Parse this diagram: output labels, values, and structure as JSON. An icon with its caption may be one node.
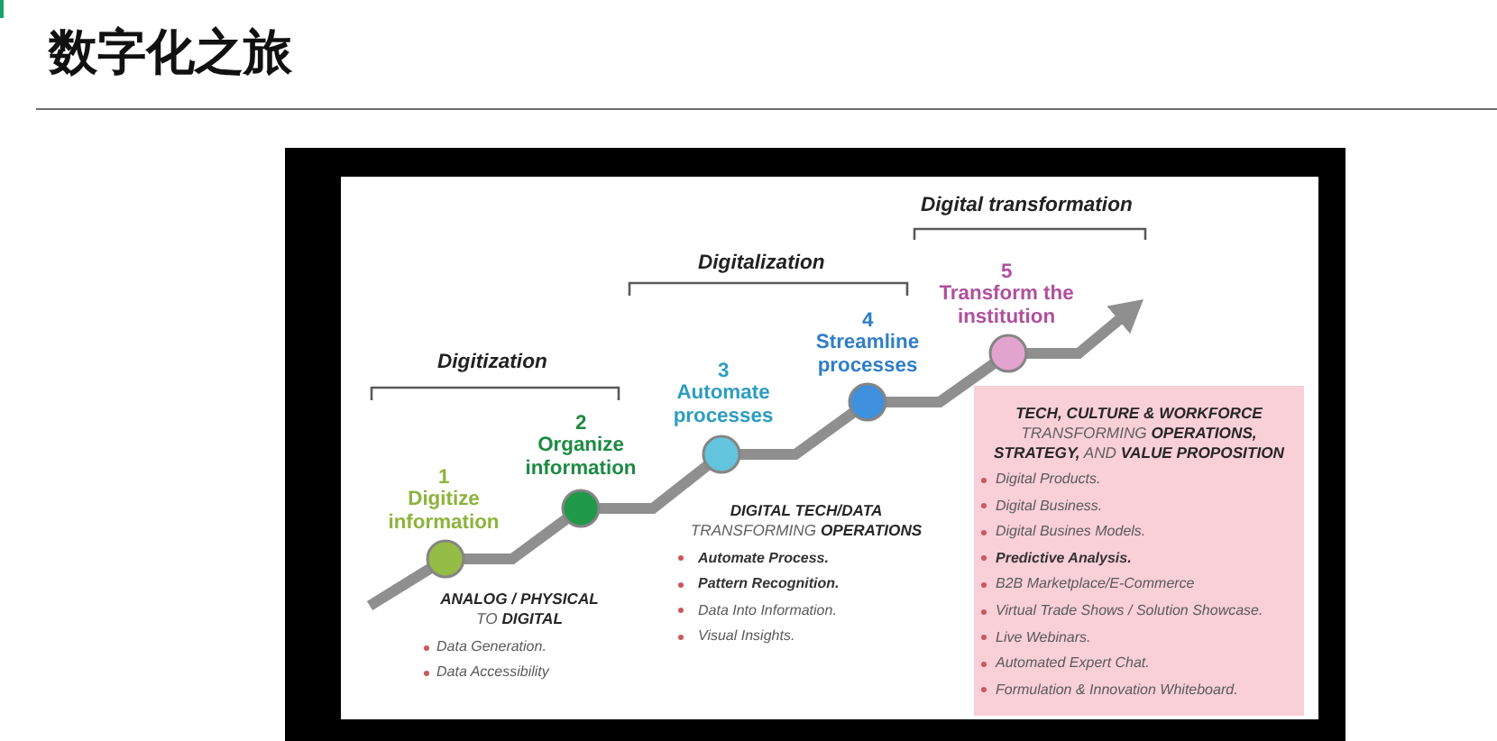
{
  "diagram": {
    "title": "数字化之旅",
    "nodes": [
      {
        "text": [],
        "shape": "circle",
        "beside": [
          "1",
          "Digitize information"
        ]
      },
      {
        "text": [],
        "shape": "circle",
        "beside": [
          "2",
          "Organize information"
        ]
      },
      {
        "text": [],
        "shape": "circle",
        "beside": [
          "3",
          "Automate processes"
        ]
      },
      {
        "text": [],
        "shape": "circle",
        "beside": [
          "4",
          "Streamline processes"
        ]
      },
      {
        "text": [],
        "shape": "circle",
        "beside": [
          "5",
          "Transform the institution"
        ]
      },
      {
        "text": [
          "**TECH, CULTURE & WORKFORCE** TRANSFORMING **OPERATIONS, STRATEGY,** AND **VALUE PROPOSITION**",
          "Digital Products.",
          "Digital Business.",
          "Digital Busines Models.",
          "Predictive Analysis.",
          "B2B Marketplace/E-Commerce",
          "Virtual Trade Shows / Solution Showcase.",
          "Live Webinars.",
          "Automated Expert Chat.",
          "Formulation & Innovation Whiteboard."
        ]
      }
    ],
    "edges": [
      {
        "from": null,
        "to": 0,
        "arrow": "none"
      },
      {
        "from": 0,
        "to": 1,
        "arrow": "none"
      },
      {
        "from": 1,
        "to": 2,
        "arrow": "none"
      },
      {
        "from": 2,
        "to": 3,
        "arrow": "none"
      },
      {
        "from": 3,
        "to": 4,
        "arrow": "none"
      },
      {
        "from": 4,
        "to": null,
        "arrow": "to"
      }
    ],
    "labels": [
      "Digitization",
      "Digitalization",
      "Digital transformation",
      "**ANALOG / PHYSICAL** TO **DIGITAL**",
      "Data Generation.",
      "Data Accessibility",
      "**DIGITAL TECH/DATA** TRANSFORMING **OPERATIONS**",
      "Automate Process.",
      "Pattern Recognition.",
      "Data Into Information.",
      "Visual Insights."
    ]
  }
}
